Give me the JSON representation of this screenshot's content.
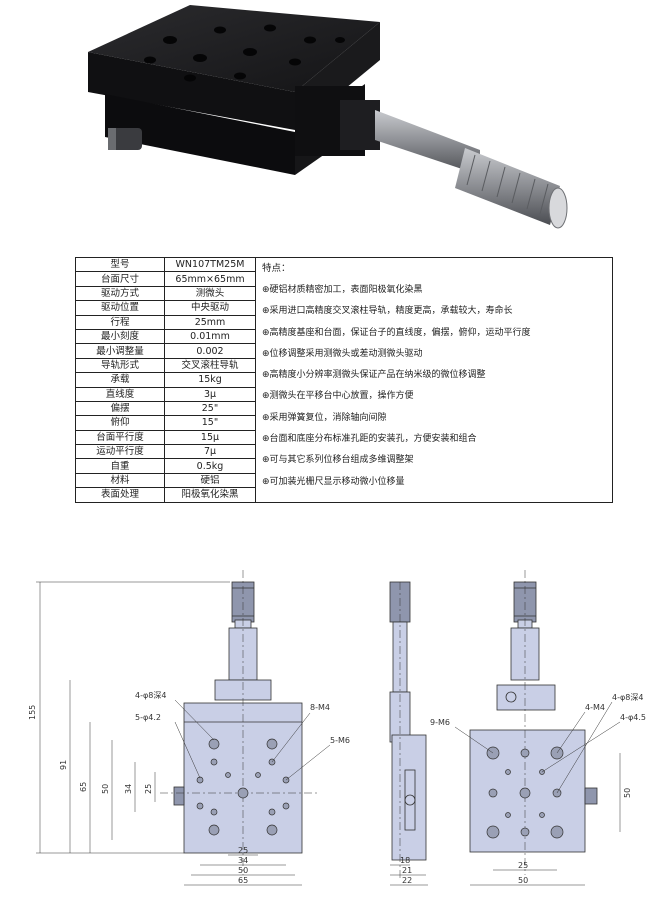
{
  "specs": [
    {
      "label": "型号",
      "value": "WN107TM25M"
    },
    {
      "label": "台面尺寸",
      "value": "65mm×65mm"
    },
    {
      "label": "驱动方式",
      "value": "测微头"
    },
    {
      "label": "驱动位置",
      "value": "中央驱动"
    },
    {
      "label": "行程",
      "value": "25mm"
    },
    {
      "label": "最小刻度",
      "value": "0.01mm"
    },
    {
      "label": "最小调整量",
      "value": "0.002"
    },
    {
      "label": "导轨形式",
      "value": "交叉滚柱导轨"
    },
    {
      "label": "承载",
      "value": "15kg"
    },
    {
      "label": "直线度",
      "value": "3μ"
    },
    {
      "label": "偏摆",
      "value": "25\""
    },
    {
      "label": "俯仰",
      "value": "15\""
    },
    {
      "label": "台面平行度",
      "value": "15μ"
    },
    {
      "label": "运动平行度",
      "value": "7μ"
    },
    {
      "label": "自重",
      "value": "0.5kg"
    },
    {
      "label": "材料",
      "value": "硬铝"
    },
    {
      "label": "表面处理",
      "value": "阳极氧化染黑"
    }
  ],
  "features": {
    "title": "特点：",
    "items": [
      "⊕硬铝材质精密加工，表面阳极氧化染黑",
      "⊕采用进口高精度交叉滚柱导轨，精度更高，承载较大，寿命长",
      "⊕高精度基座和台面，保证台子的直线度，偏摆，俯仰，运动平行度",
      "⊕位移调整采用测微头或差动测微头驱动",
      "⊕高精度小分辨率测微头保证产品在纳米级的微位移调整",
      "⊕测微头在平移台中心放置，操作方便",
      "⊕采用弹簧复位，消除轴向间隙",
      "⊕台面和底座分布标准孔距的安装孔，方便安装和组合",
      "⊕可与其它系列位移台组成多维调整架",
      "⊕可加装光栅尺显示移动微小位移量"
    ]
  },
  "drawing": {
    "left": {
      "callouts": [
        "4-φ8深4",
        "5-φ4.2",
        "8-M4",
        "5-M6"
      ],
      "dims_h": [
        "25",
        "34",
        "50",
        "65"
      ],
      "dims_v": [
        "155",
        "91",
        "65",
        "50",
        "34",
        "25"
      ]
    },
    "middle": {
      "dims_h": [
        "18",
        "21",
        "22"
      ]
    },
    "right": {
      "callouts": [
        "9-M6",
        "4-M4",
        "4-φ8深4",
        "4-φ4.5"
      ],
      "dims_h": [
        "25",
        "50"
      ],
      "dims_v": [
        "50"
      ]
    }
  },
  "colors": {
    "plate": "#c9cfe6",
    "line": "#333333",
    "photo_body": "#1c1c1e",
    "micrometer": "#8d8f93"
  }
}
